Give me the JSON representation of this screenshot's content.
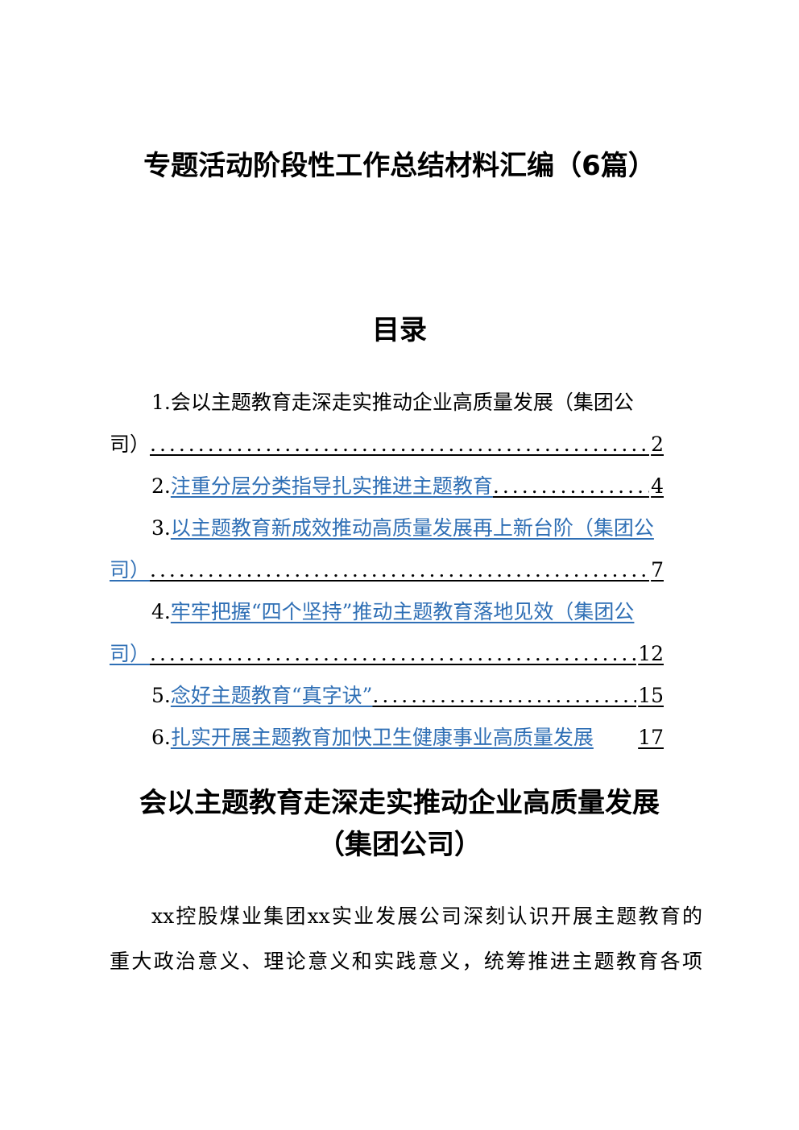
{
  "document": {
    "title": "专题活动阶段性工作总结材料汇编（6篇）",
    "toc_heading": "目录",
    "toc": [
      {
        "num": "1.",
        "line1": "会以主题教育走深走实推动企业高质量发展（集团公",
        "line2": "司）",
        "page": "2"
      },
      {
        "num": "2.",
        "line1": "注重分层分类指导扎实推进主题教育",
        "page": "4"
      },
      {
        "num": "3.",
        "line1": "以主题教育新成效推动高质量发展再上新台阶（集团公",
        "line2": "司）",
        "page": "7"
      },
      {
        "num": "4.",
        "line1": "牢牢把握“四个坚持”推动主题教育落地见效（集团公",
        "line2": "司）",
        "page": "12"
      },
      {
        "num": "5.",
        "line1": "念好主题教育“真字诀”",
        "page": "15"
      },
      {
        "num": "6.",
        "line1": "扎实开展主题教育加快卫生健康事业高质量发展",
        "page": "17"
      }
    ],
    "section": {
      "title_line1": "会以主题教育走深走实推动企业高质量发展",
      "title_line2": "（集团公司）",
      "body_line1": "xx控股煤业集团xx实业发展公司深刻认识开展主题教育的",
      "body_line2": "重大政治意义、理论意义和实践意义，统筹推进主题教育各项"
    },
    "colors": {
      "link": "#2f6fb5",
      "text": "#000000"
    }
  }
}
